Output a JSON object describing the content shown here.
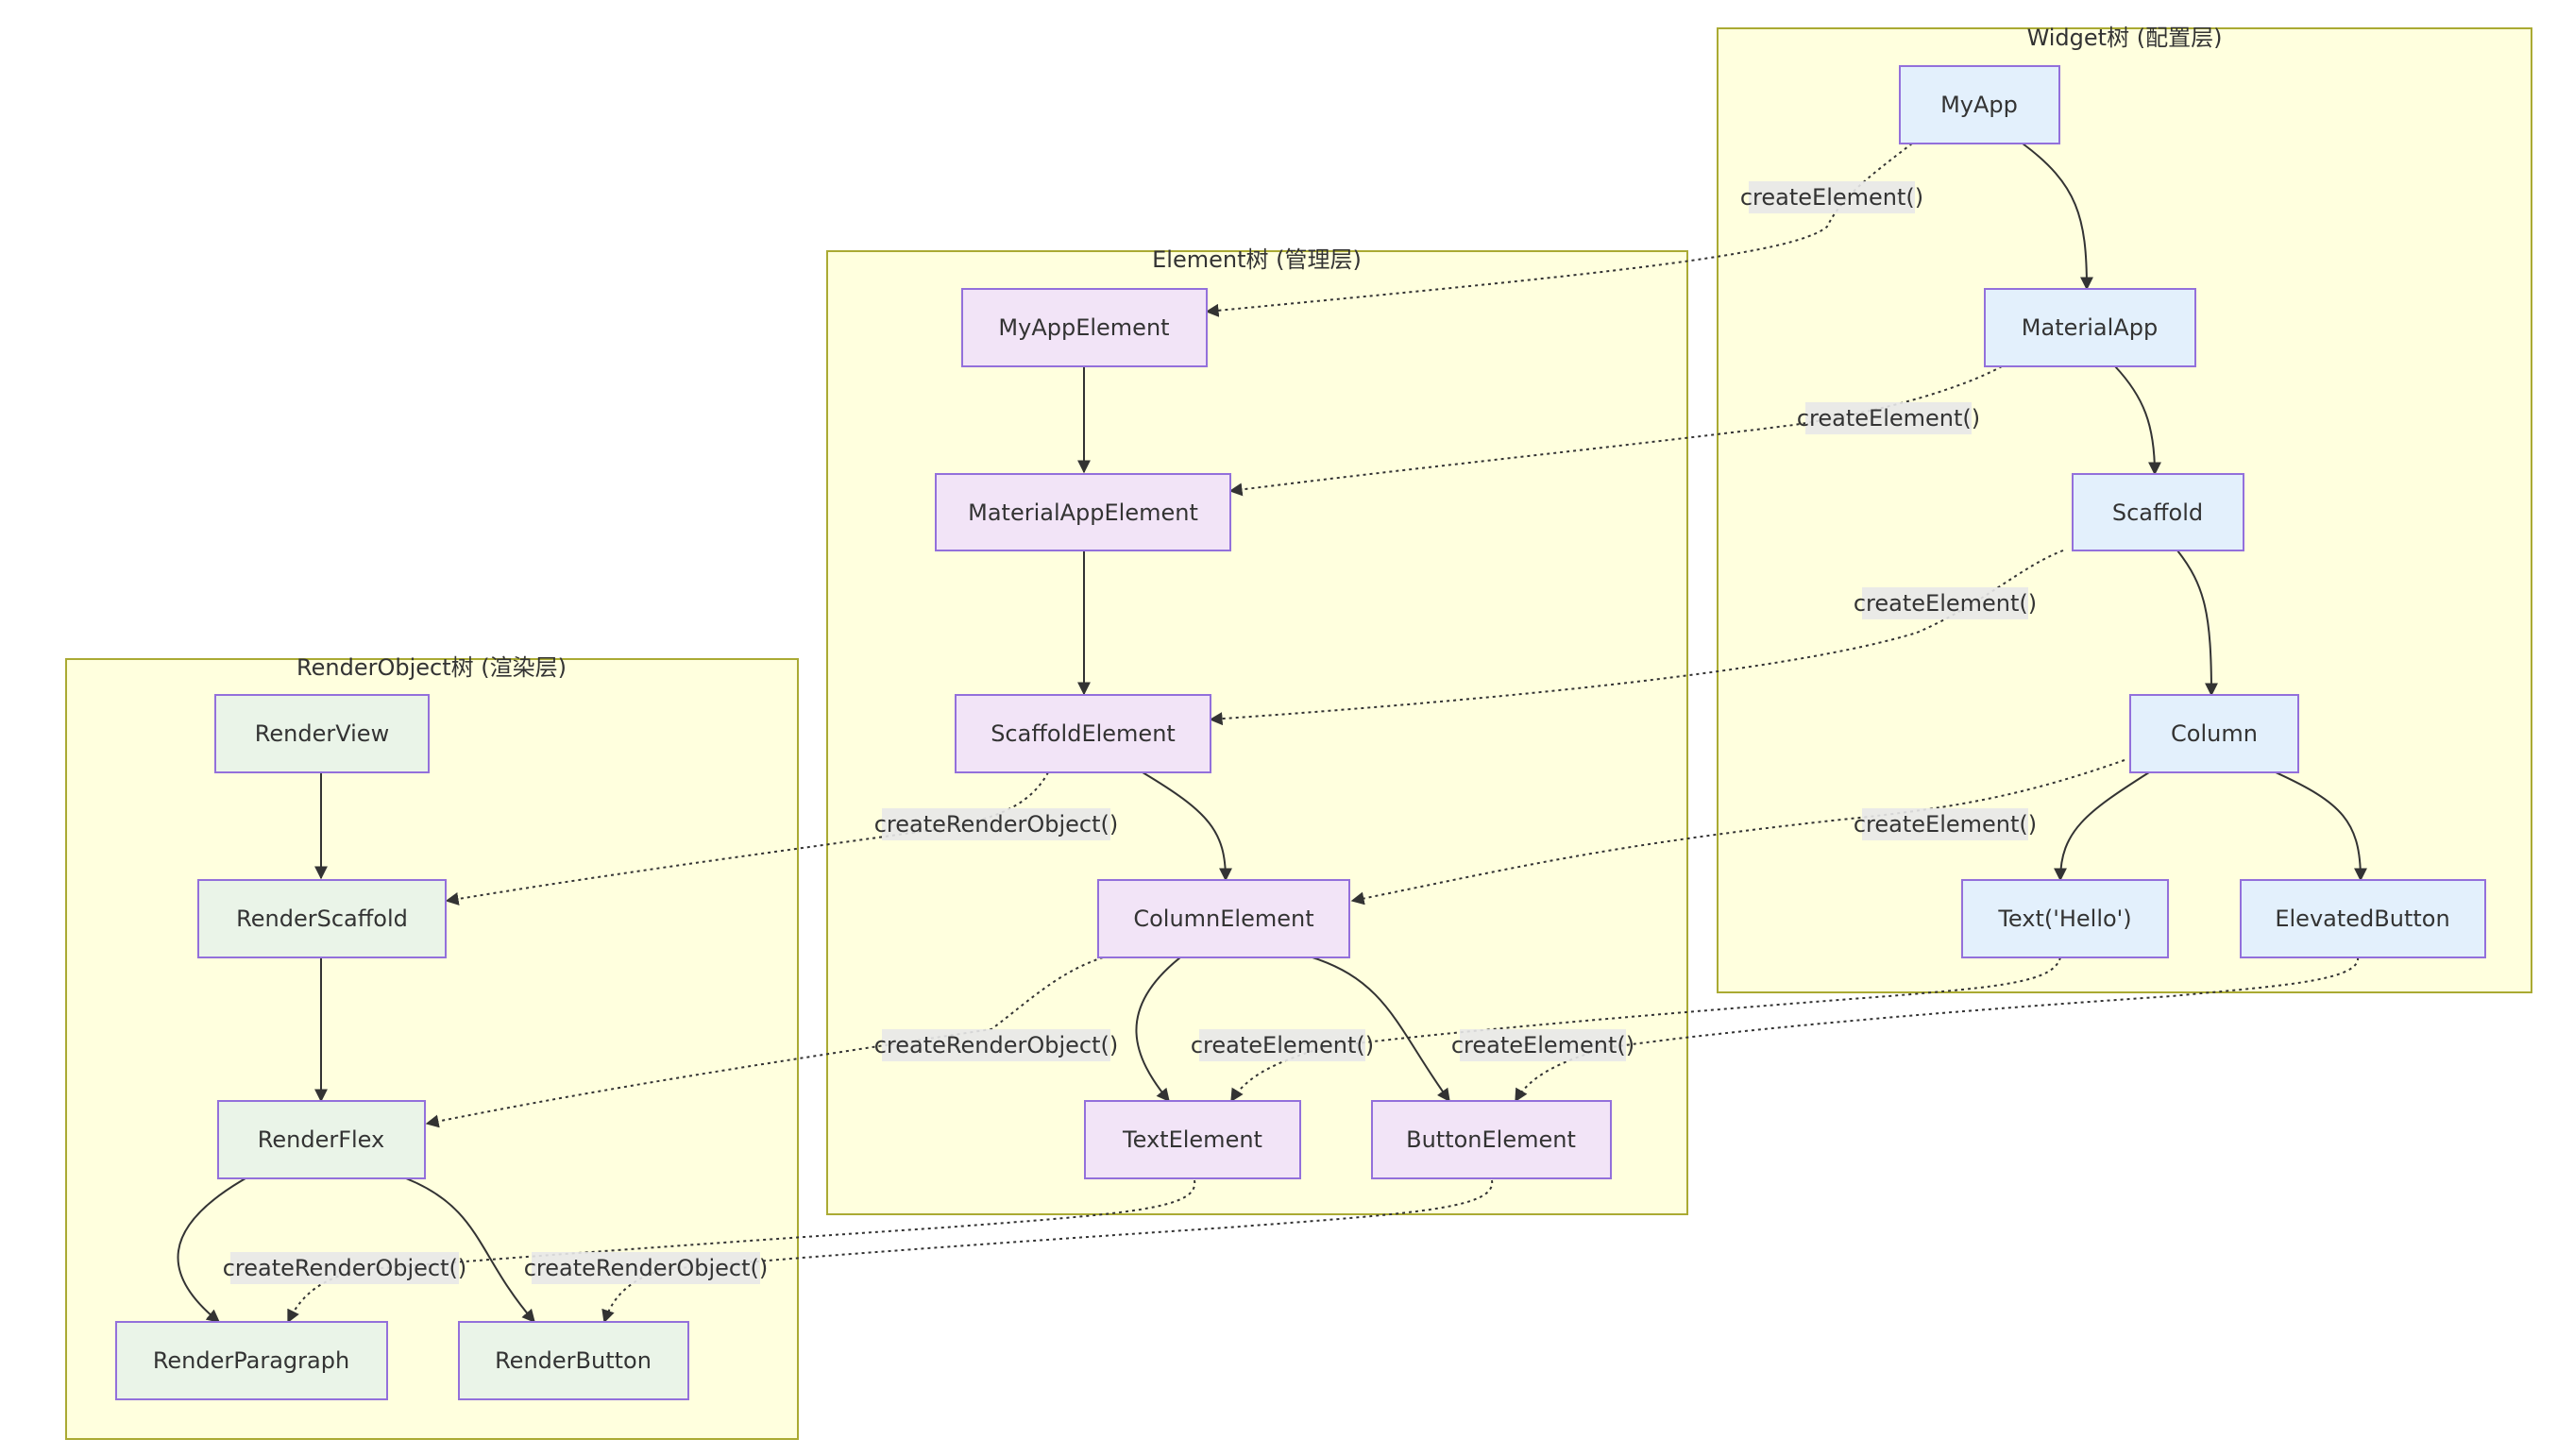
{
  "clusters": {
    "widget": "Widget树 (配置层)",
    "element": "Element树 (管理层)",
    "render": "RenderObject树 (渲染层)"
  },
  "nodes": {
    "MyApp": "MyApp",
    "MaterialApp": "MaterialApp",
    "Scaffold": "Scaffold",
    "Column": "Column",
    "TextHello": "Text('Hello')",
    "ElevatedButton": "ElevatedButton",
    "MyAppElement": "MyAppElement",
    "MaterialAppElement": "MaterialAppElement",
    "ScaffoldElement": "ScaffoldElement",
    "ColumnElement": "ColumnElement",
    "TextElement": "TextElement",
    "ButtonElement": "ButtonElement",
    "RenderView": "RenderView",
    "RenderScaffold": "RenderScaffold",
    "RenderFlex": "RenderFlex",
    "RenderParagraph": "RenderParagraph",
    "RenderButton": "RenderButton"
  },
  "edge_labels": {
    "e1": "createElement()",
    "e2": "createElement()",
    "e3": "createElement()",
    "e4": "createElement()",
    "e5": "createElement()",
    "e6": "createElement()",
    "r1": "createRenderObject()",
    "r2": "createRenderObject()",
    "r3": "createRenderObject()",
    "r4": "createRenderObject()"
  }
}
